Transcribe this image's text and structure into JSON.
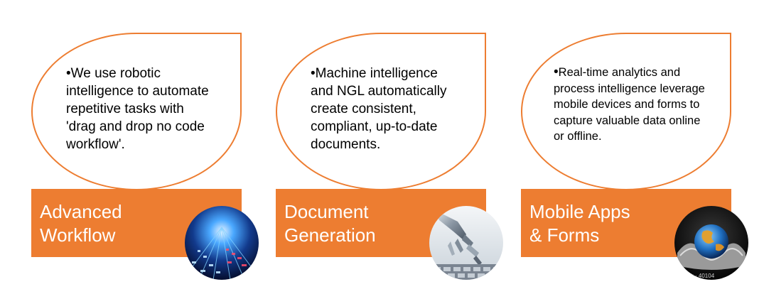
{
  "cards": [
    {
      "bullet": "•",
      "description": "We use robotic intelligence to automate repetitive tasks with 'drag and drop no code workflow'.",
      "title_line1": "Advanced",
      "title_line2": "Workflow",
      "image_icon": "data-stream-icon"
    },
    {
      "bullet": "•",
      "description": "Machine intelligence and NGL automatically create consistent, compliant, up-to-date documents.",
      "title_line1": "Document",
      "title_line2": "Generation",
      "image_icon": "robot-hand-icon"
    },
    {
      "bullet": "•",
      "description": "Real-time analytics and process intelligence leverage mobile devices and forms to capture valuable data online or offline.",
      "title_line1": "Mobile Apps",
      "title_line2": "& Forms",
      "image_icon": "globe-in-hands-icon",
      "image_watermark": "erstock · 40104"
    }
  ],
  "colors": {
    "accent": "#ed7d31",
    "label_text": "#ffffff",
    "body_text": "#000000"
  }
}
